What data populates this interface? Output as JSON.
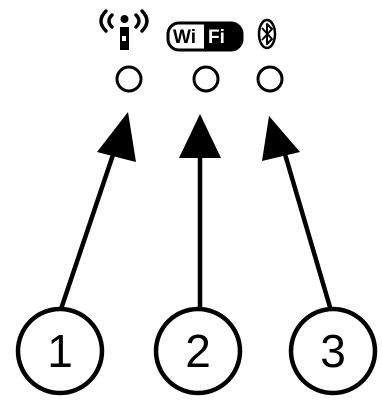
{
  "indicators": [
    {
      "icon": "wireless-antenna-icon",
      "number": "1"
    },
    {
      "icon": "wifi-logo-icon",
      "label": "WiFi",
      "label_w": "Wi",
      "label_fi": "Fi",
      "number": "2"
    },
    {
      "icon": "bluetooth-icon",
      "number": "3"
    }
  ],
  "colors": {
    "ink": "#000000",
    "background": "#ffffff"
  }
}
